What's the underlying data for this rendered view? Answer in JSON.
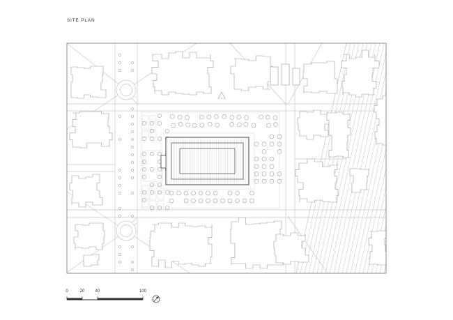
{
  "title": "SITE PLAN",
  "scale_bar": {
    "labels": [
      "0",
      "20",
      "40",
      "100"
    ]
  },
  "north_icon": "north-arrow",
  "colors": {
    "paper": "#ffffff",
    "ink": "#2e2e2e",
    "line_light": "#c6c6c6",
    "line_mid": "#9a9a9a",
    "building_dark": "#454545",
    "plaza_line": "#dcdcdc",
    "hatch": "#cccccc"
  }
}
